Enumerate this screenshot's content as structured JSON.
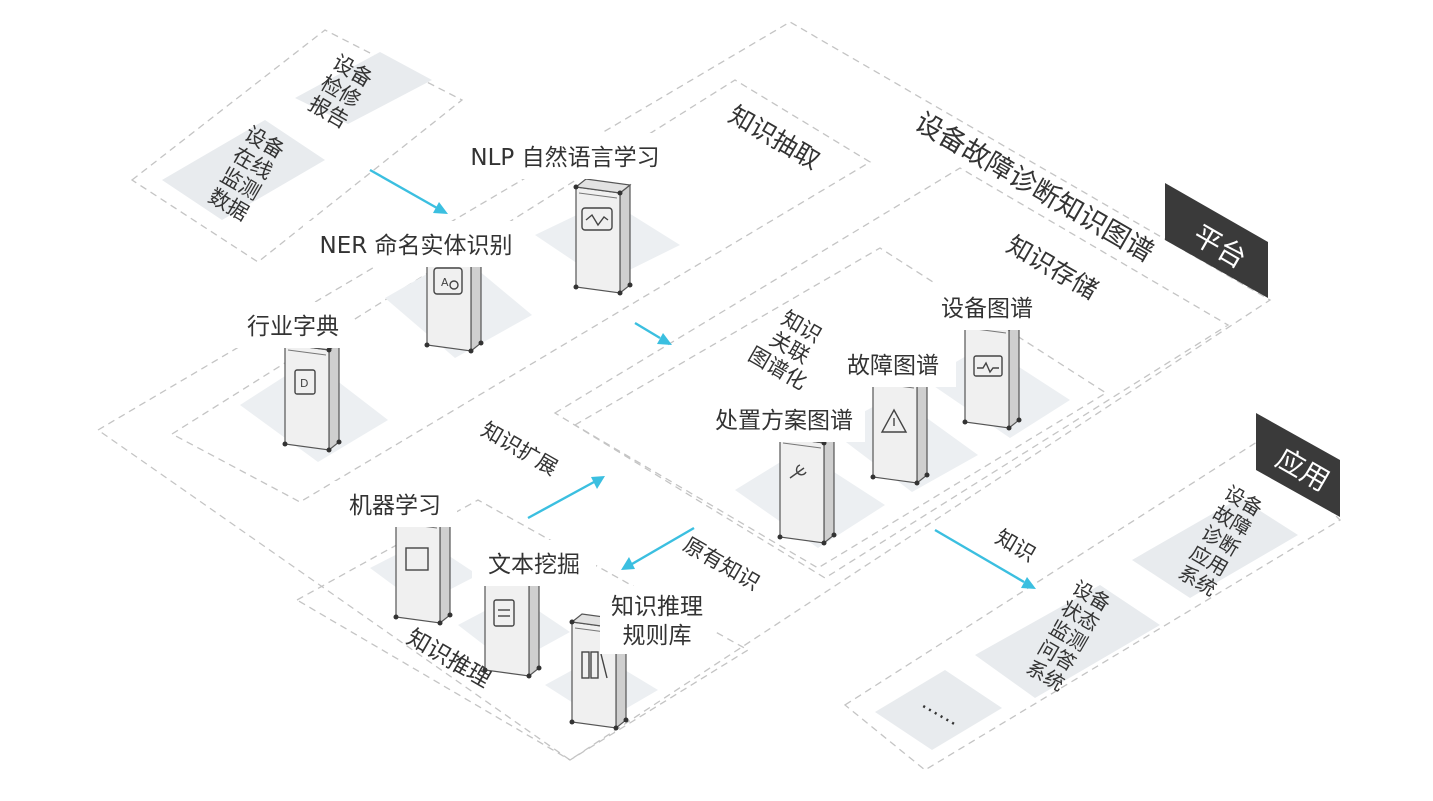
{
  "platform": {
    "title": "设备故障诊断知识图谱",
    "tag": "平台"
  },
  "application": {
    "tag": "应用",
    "systems": [
      [
        "设备",
        "故障",
        "诊断",
        "应用",
        "系统"
      ],
      [
        "设备",
        "状态",
        "监测",
        "问答",
        "系统"
      ],
      [
        "……"
      ]
    ]
  },
  "sources": [
    [
      "设备",
      "检修",
      "报告"
    ],
    [
      "设备",
      "在线",
      "监测",
      "数据"
    ]
  ],
  "extraction": {
    "title": "知识抽取",
    "tools": [
      "NLP 自然语言学习",
      "NER 命名实体识别",
      "行业字典"
    ]
  },
  "storage": {
    "title": "知识存储",
    "side_label": [
      "知识",
      "关联",
      "图谱化"
    ],
    "graphs": [
      "设备图谱",
      "故障图谱",
      "处置方案图谱"
    ]
  },
  "reasoning": {
    "title": "知识推理",
    "tools": [
      "机器学习",
      "文本挖掘",
      [
        "知识推理",
        "规则库"
      ]
    ]
  },
  "flow_labels": {
    "expand": "知识扩展",
    "existing": "原有知识",
    "knowledge": "知识"
  },
  "icons": [
    "nlp-icon",
    "ner-icon",
    "dictionary-icon",
    "monitor-chart-icon",
    "warning-icon",
    "wrench-icon",
    "bounding-box-icon",
    "document-icon",
    "books-icon"
  ],
  "colors": {
    "arrow": "#3bbfe0",
    "tag_background": "#3a3a3a",
    "dashed_border": "#c4c4c4",
    "plate": "#eceff2"
  }
}
